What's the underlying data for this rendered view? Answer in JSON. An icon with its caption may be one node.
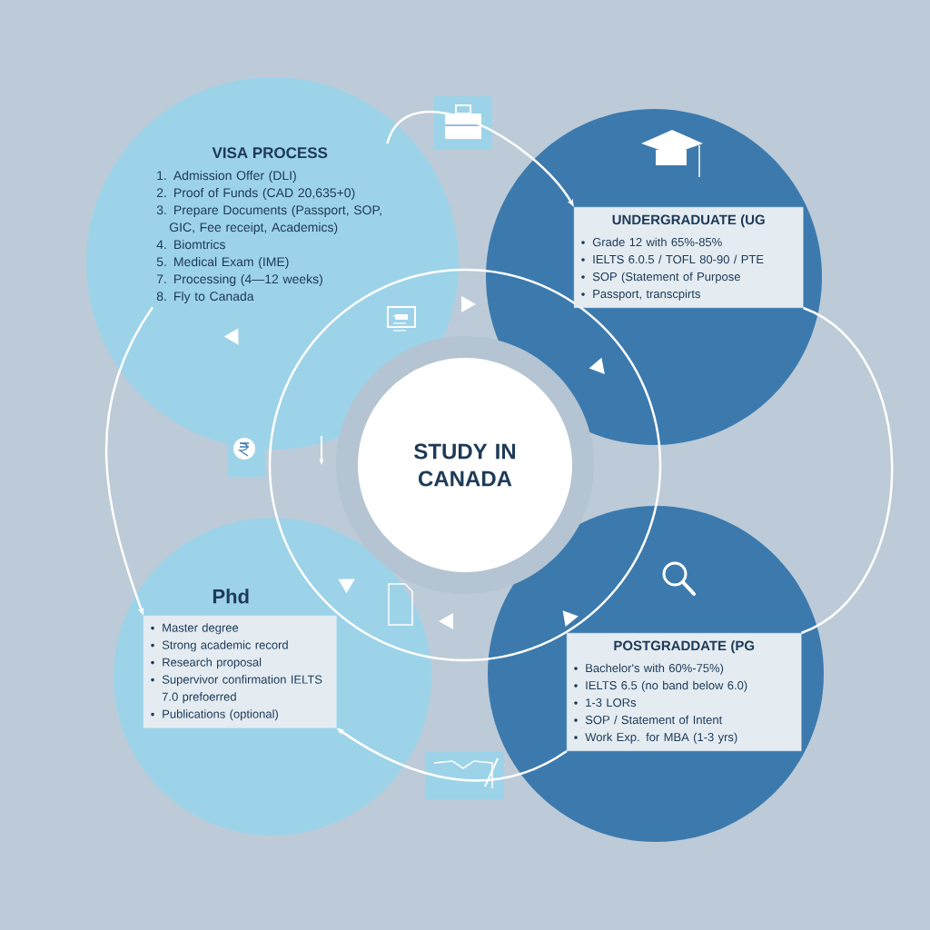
{
  "diagram": {
    "nodes": [
      {
        "text": [
          "STUDY IN CANADA"
        ]
      },
      {
        "text": [
          "VISA PROCESS",
          "1. Admission Offer (DLI)",
          "2. Proof of Funds (CAD 20,635+0)",
          "3. Prepare Documents (Passport, SOP, GIC, Fee receipt, Academics)",
          "4. Biomtrics",
          "5. Medical Exam (IME)",
          "7. Processing (4—12 weeks)",
          "8. Fly to Canada"
        ]
      },
      {
        "text": [
          "UNDERGRADUATE (UG",
          "Grade 12 with 65%-85%",
          "IELTS 6.0.5 / TOFL 80-90 / PTE",
          "SOP (Statement of Purpose",
          "Passport, transcpirts"
        ]
      },
      {
        "text": [
          "Phd",
          "Master degree",
          "Strong academic record",
          "Research proposal",
          "Supervivor confirmation IELTS 7.0 prefoerred",
          "Publications (optional)"
        ]
      },
      {
        "text": [
          "POSTGRADDATE (PG",
          "Bachelor's with 60%-75%)",
          "IELTS 6.5 (no band below 6.0)",
          "1-3 LORs",
          "SOP / Statement of Intent",
          "Work Exp. for MBA (1-3 yrs)"
        ]
      }
    ],
    "edges": [
      {
        "from": 1,
        "to": 2,
        "arrow": "to"
      },
      {
        "from": 1,
        "to": 3,
        "arrow": "to"
      },
      {
        "from": 4,
        "to": 3,
        "arrow": "to"
      },
      {
        "from": 2,
        "to": 4,
        "arrow": "none"
      }
    ]
  }
}
